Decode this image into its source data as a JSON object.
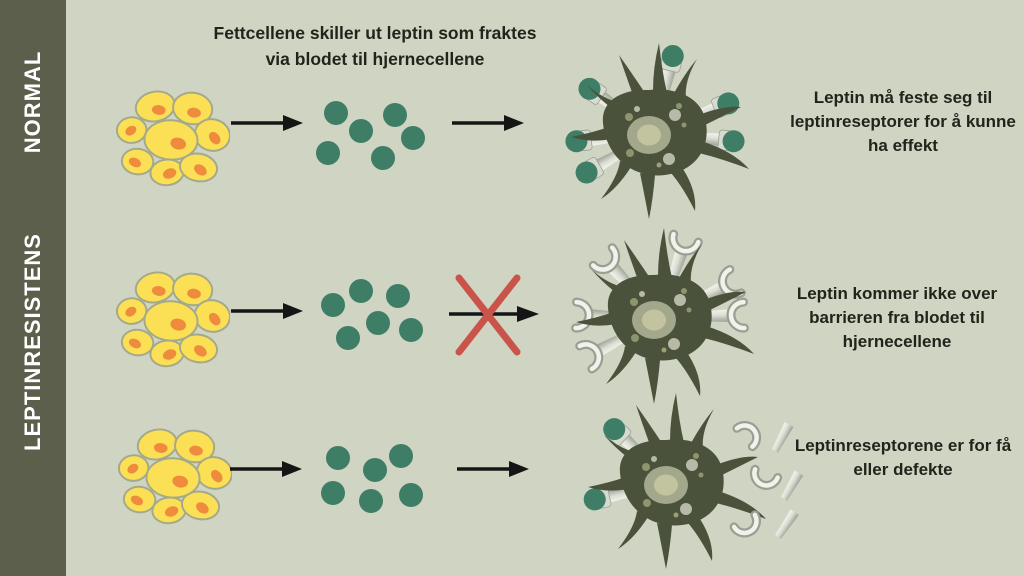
{
  "sidebar": {
    "labels": [
      {
        "text": "NORMAL"
      },
      {
        "text": "LEPTINRESISTENS"
      }
    ]
  },
  "caption": "Fettcellene skiller ut  leptin som fraktes via blodet til hjernecellene",
  "rows": [
    {
      "label": "normal",
      "annotation": "Leptin må feste seg til leptinreseptorer for å kunne ha effekt",
      "figures": [
        "fat-cells",
        "arrow",
        "leptin-molecules",
        "arrow",
        "brain-cell-receptors-bound"
      ]
    },
    {
      "label": "leptinresistens-blod-barriere",
      "annotation": "Leptin kommer ikke over barrieren fra blodet til hjernecellene",
      "figures": [
        "fat-cells",
        "arrow",
        "leptin-molecules",
        "blocked-arrow",
        "brain-cell-receptors-open"
      ]
    },
    {
      "label": "leptinresistens-reseptorer",
      "annotation": "Leptinreseptorene er for få eller defekte",
      "figures": [
        "fat-cells",
        "arrow",
        "leptin-molecules",
        "arrow",
        "brain-cell-receptors-defective"
      ]
    }
  ],
  "colors": {
    "background": "#d0d4c3",
    "sidebar": "#5c5f4c",
    "sidebar_text": "#ffffff",
    "text": "#22241b",
    "fat_cell": "#fbdf55",
    "fat_cell_nucleus": "#ee8b3d",
    "leptin_dot": "#3f7e66",
    "neuron_body": "#4b523b",
    "receptor_light": "#f2f2ed",
    "receptor_dark": "#99a092",
    "arrow": "#151515",
    "blocked_x": "#cb544a"
  }
}
